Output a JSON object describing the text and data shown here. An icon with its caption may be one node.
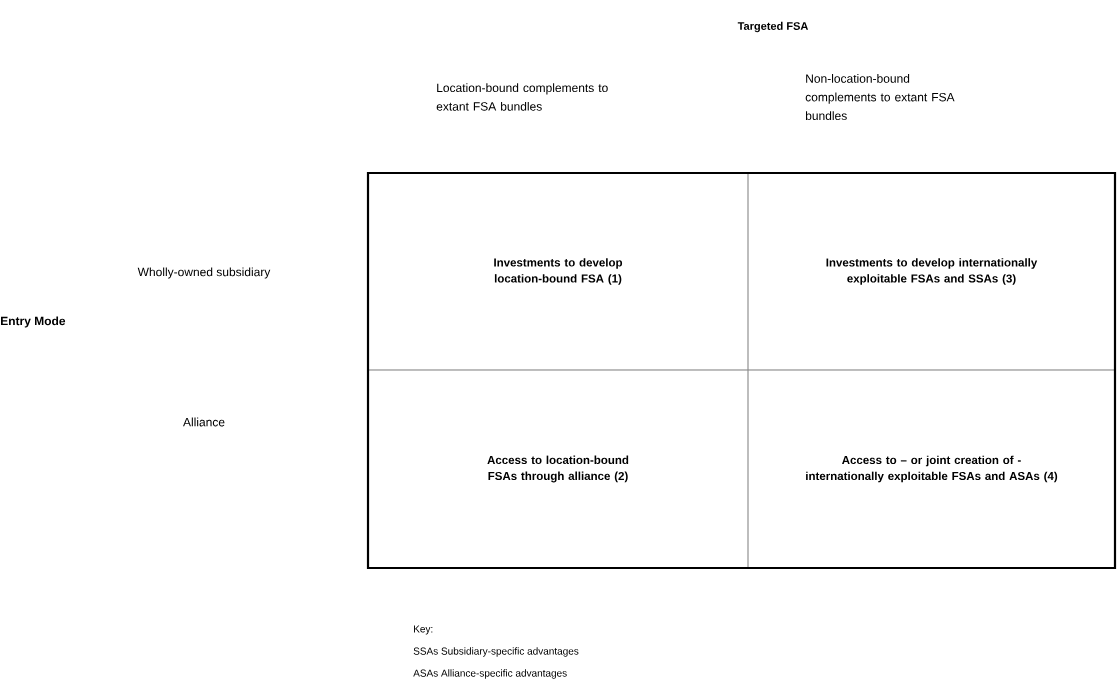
{
  "diagram": {
    "nodes": [
      {
        "text": [
          "Investments to develop location-bound FSA (1)"
        ]
      },
      {
        "text": [
          "Investments to develop internationally exploitable FSAs and SSAs (3)"
        ]
      },
      {
        "text": [
          "Access to location-bound FSAs through alliance (2)"
        ]
      },
      {
        "text": [
          "Access to – or joint creation of - internationally exploitable FSAs and ASAs (4)"
        ]
      }
    ],
    "labels": [
      "Targeted FSA",
      "Location-bound complements to extant FSA bundles",
      "Non-location-bound complements to extant FSA bundles",
      "Wholly-owned subsidiary",
      "Entry Mode",
      "Alliance",
      "Key:",
      "SSAs Subsidiary-specific advantages",
      "ASAs Alliance-specific advantages"
    ]
  }
}
